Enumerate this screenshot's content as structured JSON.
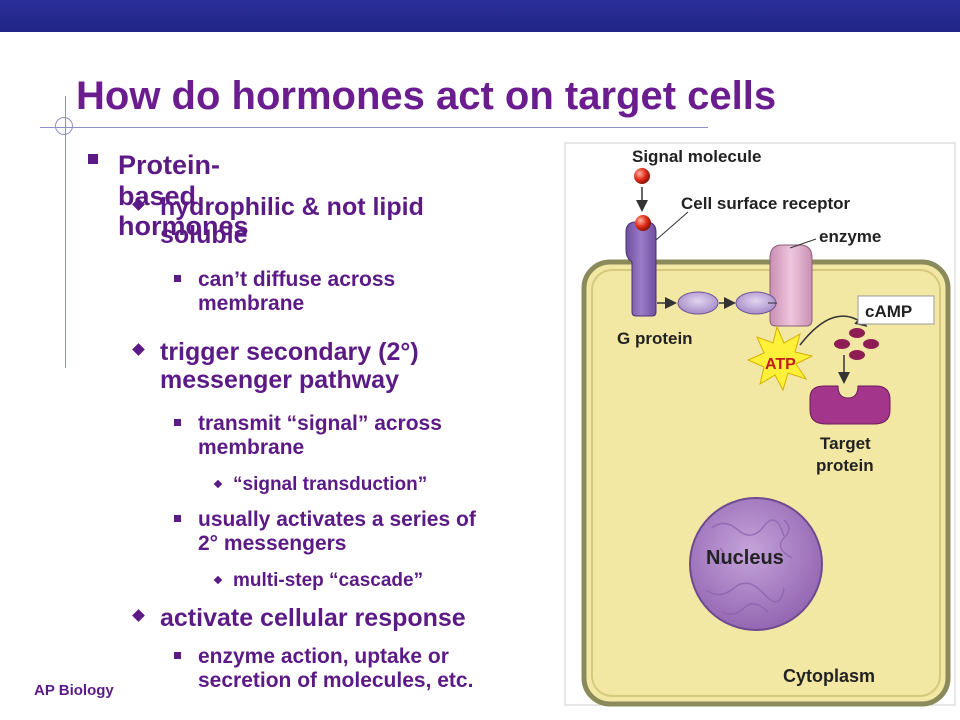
{
  "title": "How do hormones act on target cells",
  "footer": "AP Biology",
  "bullets": {
    "main": "Protein-based hormones",
    "s1": {
      "a": "hydrophilic & not lipid",
      "b": "soluble"
    },
    "s1_1": {
      "a": "can’t diffuse across",
      "b": "membrane"
    },
    "s2": {
      "a": "trigger secondary (2°)",
      "b": "messenger pathway"
    },
    "s2_1": {
      "a": "transmit “signal” across",
      "b": "membrane"
    },
    "s2_1_1": "“signal transduction”",
    "s2_2": {
      "a": "usually activates a series of",
      "b": "2° messengers"
    },
    "s2_2_1": "multi-step “cascade”",
    "s3": "activate cellular response",
    "s3_1": {
      "a": "enzyme action, uptake or",
      "b": "secretion of molecules, etc."
    }
  },
  "diagram": {
    "signal_molecule": "Signal molecule",
    "cell_surface_receptor": "Cell surface receptor",
    "enzyme": "enzyme",
    "camp": "cAMP",
    "g_protein": "G protein",
    "atp": "ATP",
    "target_protein": {
      "a": "Target",
      "b": "protein"
    },
    "nucleus": "Nucleus",
    "cytoplasm": "Cytoplasm"
  },
  "colors": {
    "title": "#6b1d8f",
    "bullet_text": "#5c1a86",
    "top_bar": "#2b2f9a",
    "cytoplasm": "#f3e8a3",
    "cell_wall": "#8b8a5a",
    "receptor": "#7b5aa8",
    "enzyme": "#d9a7c4",
    "nucleus": "#a77fc0",
    "atp_burst": "#fff13a",
    "target_protein": "#a3358a"
  }
}
